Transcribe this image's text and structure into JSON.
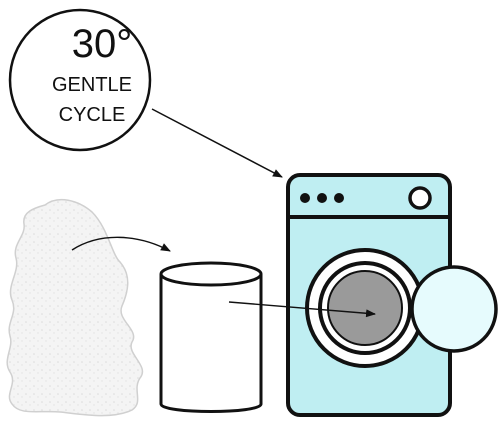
{
  "badge": {
    "temperature": "30°",
    "line1": "GENTLE",
    "line2": "CYCLE"
  },
  "colors": {
    "outline": "#111111",
    "machine_fill": "#bfeef2",
    "porthole_fill": "#9a9a9a",
    "bubble_fill": "#e6fbfd",
    "rug_fill": "#f2f2f2",
    "rug_edge": "#cfcfcf"
  },
  "icons": [
    "sheepskin-rug-icon",
    "bucket-icon",
    "washing-machine-icon",
    "badge-circle-icon",
    "arrow-icon"
  ]
}
